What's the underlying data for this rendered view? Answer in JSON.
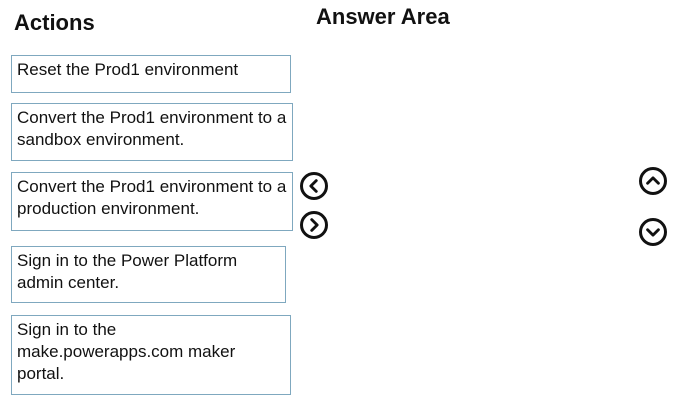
{
  "headings": {
    "actions": "Actions",
    "answer_area": "Answer Area"
  },
  "actions": [
    {
      "label": "Reset the Prod1 environment"
    },
    {
      "label": "Convert the Prod1 environment to a sandbox environment."
    },
    {
      "label": "Convert the Prod1 environment to a production environment."
    },
    {
      "label": "Sign in to the Power Platform admin center."
    },
    {
      "label": "Sign in to the make.powerapps.com maker portal."
    }
  ],
  "controls": {
    "move_left_icon": "chevron-left-icon",
    "move_right_icon": "chevron-right-icon",
    "move_up_icon": "chevron-up-icon",
    "move_down_icon": "chevron-down-icon"
  }
}
